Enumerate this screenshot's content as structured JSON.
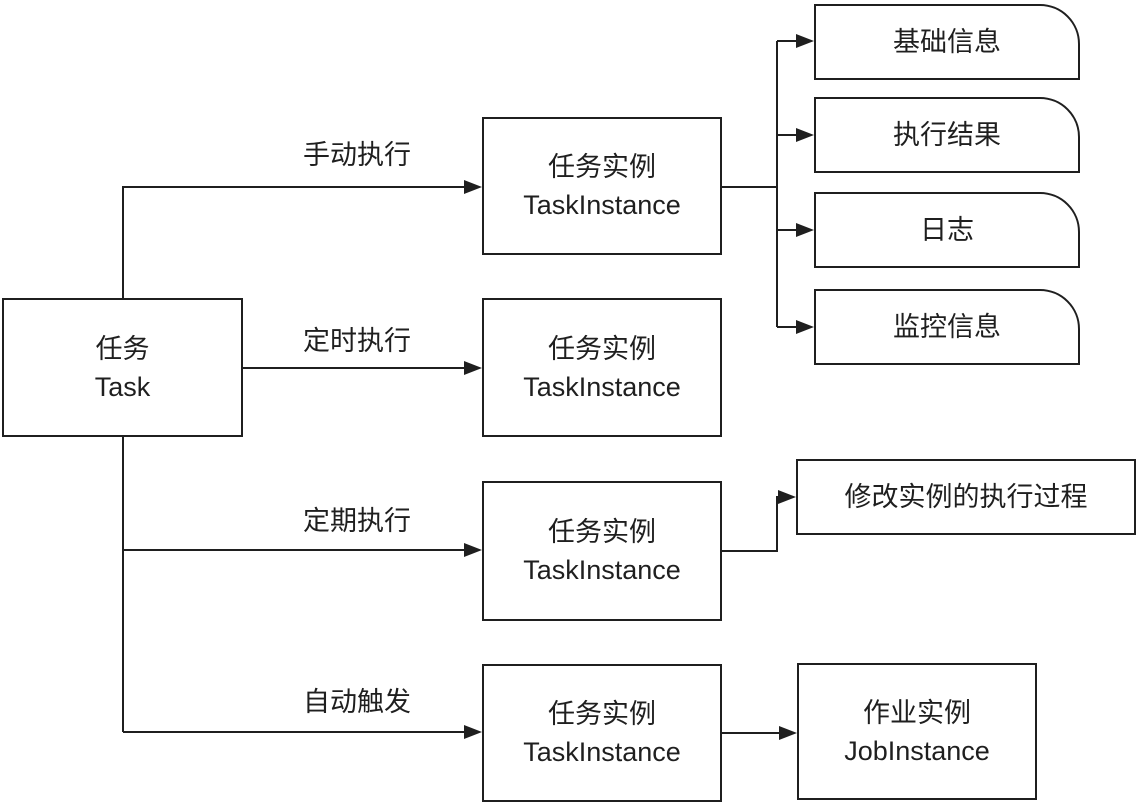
{
  "diagram": {
    "background": "#ffffff",
    "stroke_color": "#1f1f1f",
    "nodes": {
      "task": {
        "line1": "任务",
        "line2": "Task"
      },
      "instance_manual": {
        "line1": "任务实例",
        "line2": "TaskInstance"
      },
      "instance_scheduled": {
        "line1": "任务实例",
        "line2": "TaskInstance"
      },
      "instance_periodic": {
        "line1": "任务实例",
        "line2": "TaskInstance"
      },
      "instance_auto": {
        "line1": "任务实例",
        "line2": "TaskInstance"
      },
      "detail_basic": "基础信息",
      "detail_result": "执行结果",
      "detail_log": "日志",
      "detail_monitor": "监控信息",
      "modify_process": "修改实例的执行过程",
      "job_instance": {
        "line1": "作业实例",
        "line2": "JobInstance"
      }
    },
    "edge_labels": {
      "manual": "手动执行",
      "scheduled": "定时执行",
      "periodic": "定期执行",
      "auto": "自动触发"
    }
  }
}
